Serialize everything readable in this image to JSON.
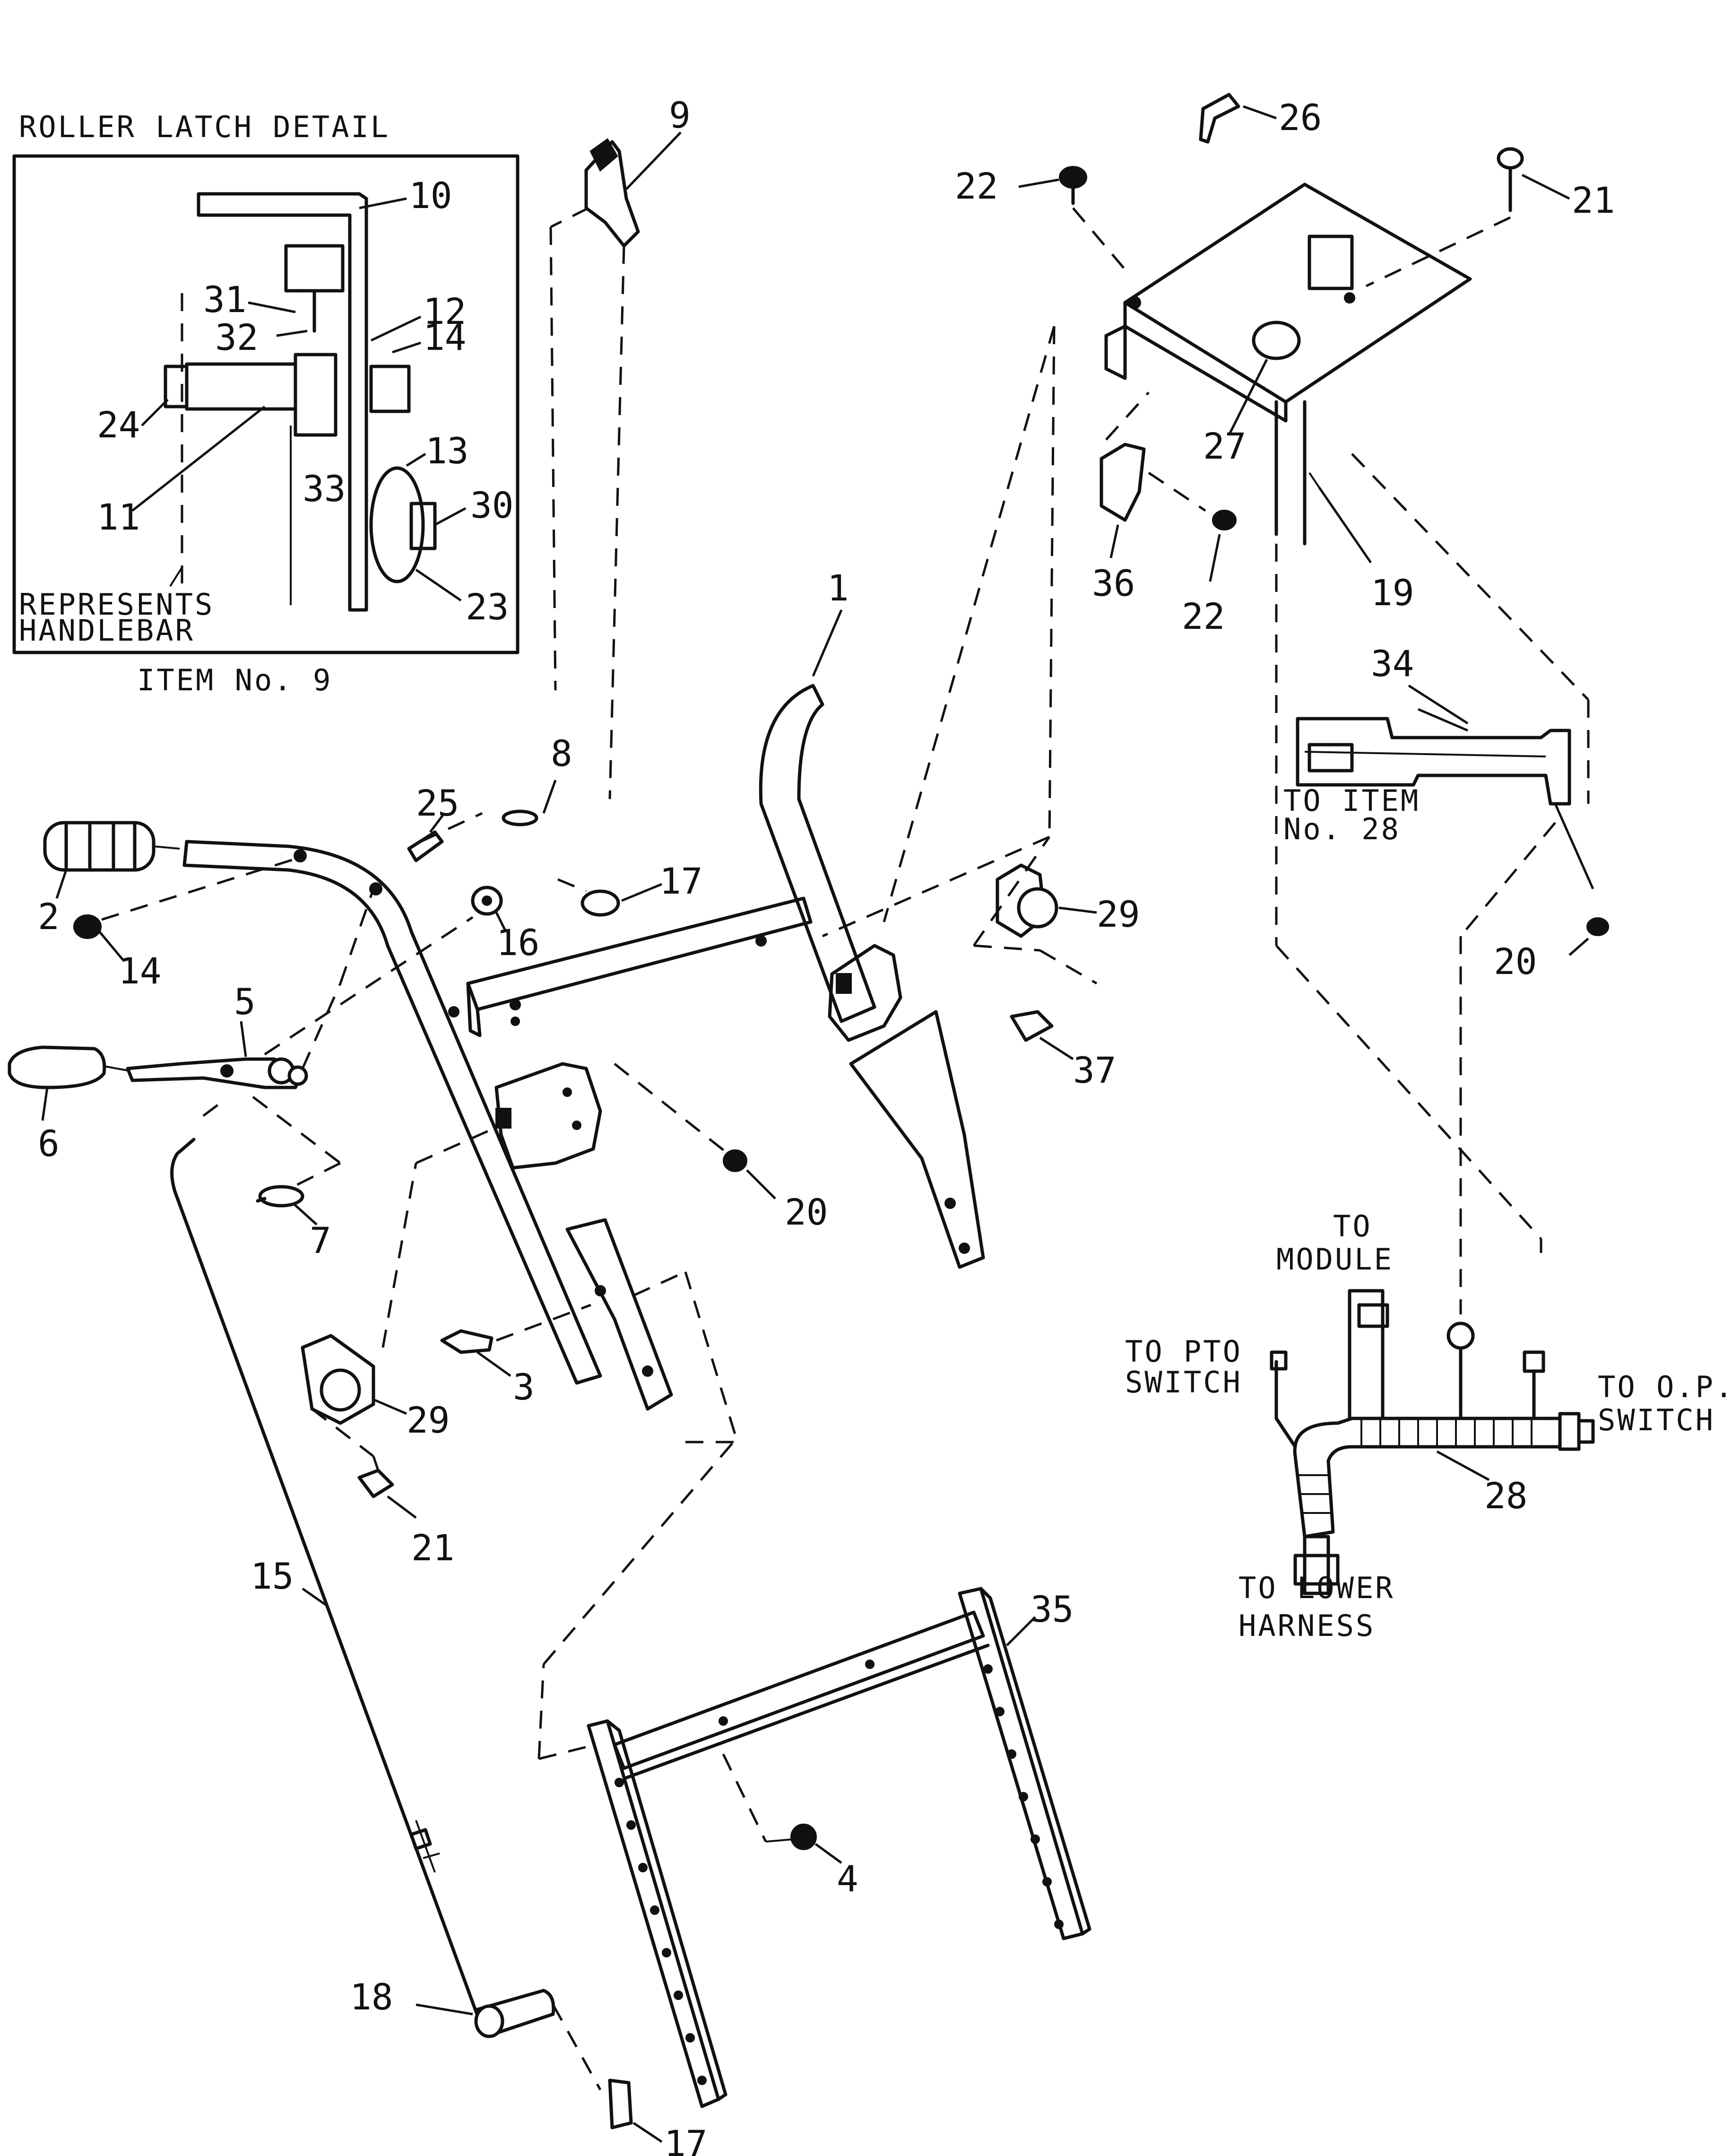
{
  "inset": {
    "title": "ROLLER LATCH DETAIL",
    "represents_label": "REPRESENTS",
    "handlebar_label": "HANDLEBAR",
    "item_label": "ITEM No. 9"
  },
  "notes": {
    "to_item_line1": "TO ITEM",
    "to_item_line2": "No. 28",
    "to_module_line1": "TO",
    "to_module_line2": "MODULE",
    "to_pto_line1": "TO PTO",
    "to_pto_line2": "SWITCH",
    "to_op_line1": "TO O.P.",
    "to_op_line2": "SWITCH",
    "to_lower_line1": "TO LOWER",
    "to_lower_line2": "HARNESS"
  },
  "callouts": {
    "c10": "10",
    "c31": "31",
    "c32": "32",
    "c12": "12",
    "c14_inset": "14",
    "c24": "24",
    "c11": "11",
    "c33": "33",
    "c13": "13",
    "c30": "30",
    "c23": "23",
    "c9": "9",
    "c26": "26",
    "c22_top": "22",
    "c21_top": "21",
    "c27": "27",
    "c36": "36",
    "c22_bottom": "22",
    "c19": "19",
    "c1": "1",
    "c34": "34",
    "c8": "8",
    "c25": "25",
    "c17_top": "17",
    "c2": "2",
    "c14": "14",
    "c16": "16",
    "c29_right": "29",
    "c20_right": "20",
    "c5": "5",
    "c37": "37",
    "c6": "6",
    "c7": "7",
    "c20_mid": "20",
    "c3": "3",
    "c29_left": "29",
    "c21_bottom": "21",
    "c28": "28",
    "c15": "15",
    "c35": "35",
    "c4": "4",
    "c18": "18",
    "c17_bottom": "17"
  }
}
